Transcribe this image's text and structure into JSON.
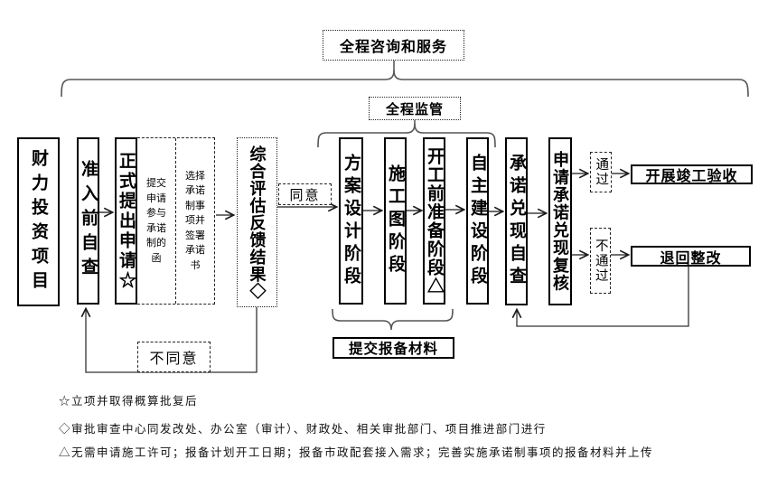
{
  "title": {
    "consult": "全程咨询和服务",
    "supervise": "全程监管"
  },
  "boxes": {
    "project": {
      "label": "财力投资项目"
    },
    "self_check": {
      "label": "准入前自查"
    },
    "formal_apply": {
      "label": "正式提出申请☆"
    },
    "submit_letter": {
      "label": "提交申请参与承诺制的函"
    },
    "select_items": {
      "label": "选择承诺制事项并签署承诺书"
    },
    "evaluation": {
      "label": "综合评估反馈结果◇"
    },
    "agree": {
      "label": "同意"
    },
    "disagree": {
      "label": "不同意"
    },
    "stage_design": {
      "label": "方案设计阶段"
    },
    "stage_drawing": {
      "label": "施工图阶段"
    },
    "stage_prep": {
      "label": "开工前准备阶段△"
    },
    "stage_build": {
      "label": "自主建设阶段"
    },
    "promise_self_check": {
      "label": "承诺兑现自查"
    },
    "promise_review": {
      "label": "申请承诺兑现复核"
    },
    "pass": {
      "label": "通过"
    },
    "fail": {
      "label": "不通过"
    },
    "acceptance": {
      "label": "开展竣工验收"
    },
    "rework": {
      "label": "退回整改"
    },
    "submit_materials": {
      "label": "提交报备材料"
    }
  },
  "notes": [
    "☆立项并取得概算批复后",
    "◇审批审查中心同发改处、办公室（审计）、财政处、相关审批部门、项目推进部门进行",
    "△无需申请施工许可；报备计划开工日期；报备市政配套接入需求；完善实施承诺制事项的报备材料并上传"
  ],
  "colors": {
    "ink": "#000000",
    "line_gray": "#555555"
  }
}
